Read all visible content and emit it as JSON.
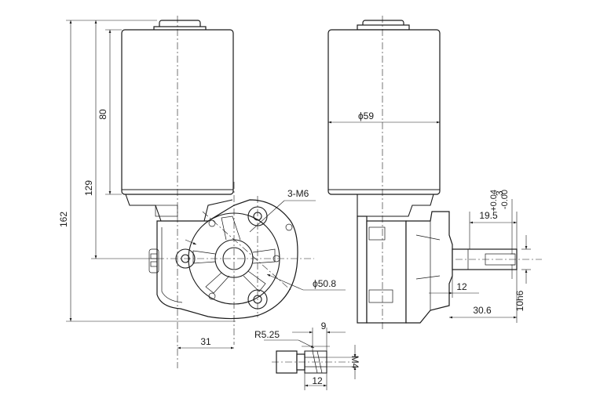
{
  "dimensions": {
    "overall_height": "162",
    "motor_to_center": "129",
    "motor_length": "80",
    "motor_diameter": "ϕ59",
    "mount_holes": "3-M6",
    "bolt_circle": "ϕ50.8",
    "offset_31": "31",
    "shaft_19_5": "19.5",
    "shaft_12": "12",
    "shaft_30_6": "30.6",
    "shaft_fit": "10h6",
    "key_width": "3",
    "key_tol_plus": "+0.04",
    "key_tol_minus": "-0.00",
    "radius": "R5.25",
    "detail_9": "9",
    "detail_12": "12",
    "thread": "M4"
  }
}
